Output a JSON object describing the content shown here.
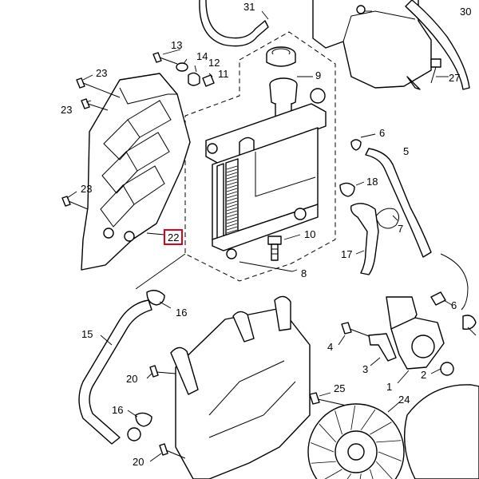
{
  "highlight_color": "#e0001b",
  "callouts": {
    "c1": "1",
    "c2": "2",
    "c3": "3",
    "c4": "4",
    "c5": "5",
    "c6a": "6",
    "c6b": "6",
    "c7": "7",
    "c8": "8",
    "c9": "9",
    "c10": "10",
    "c11": "11",
    "c12": "12",
    "c13": "13",
    "c14": "14",
    "c15": "15",
    "c16a": "16",
    "c16b": "16",
    "c17": "17",
    "c18": "18",
    "c20a": "20",
    "c20b": "20",
    "c22": "22",
    "c23a": "23",
    "c23b": "23",
    "c23c": "23",
    "c24": "24",
    "c25": "25",
    "c27": "27",
    "c30": "30",
    "c31": "31"
  },
  "highlighted_callout": "22"
}
